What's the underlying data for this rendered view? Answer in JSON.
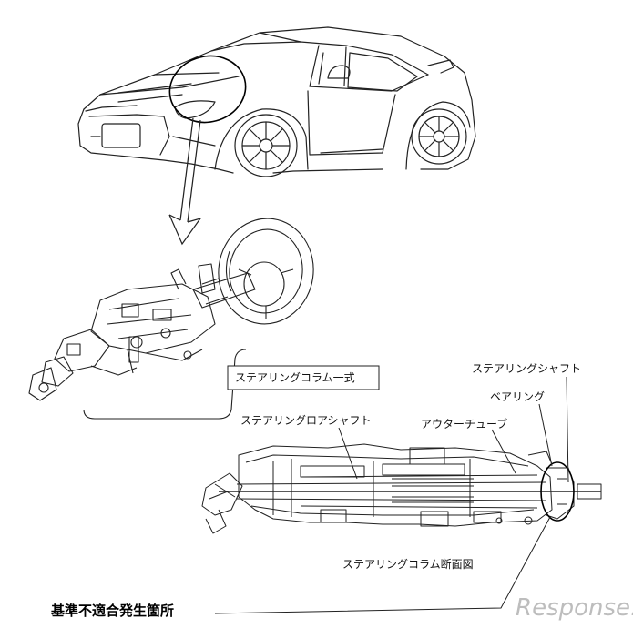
{
  "labels": {
    "column_assembly": "ステアリングコラム一式",
    "steering_shaft": "ステアリングシャフト",
    "bearing": "ベアリング",
    "outer_tube": "アウターチューブ",
    "lower_shaft": "ステアリングロアシャフト",
    "cross_section": "ステアリングコラム断面図"
  },
  "footer": {
    "title": "基準不適合発生箇所"
  },
  "watermark": {
    "text": "Response."
  }
}
